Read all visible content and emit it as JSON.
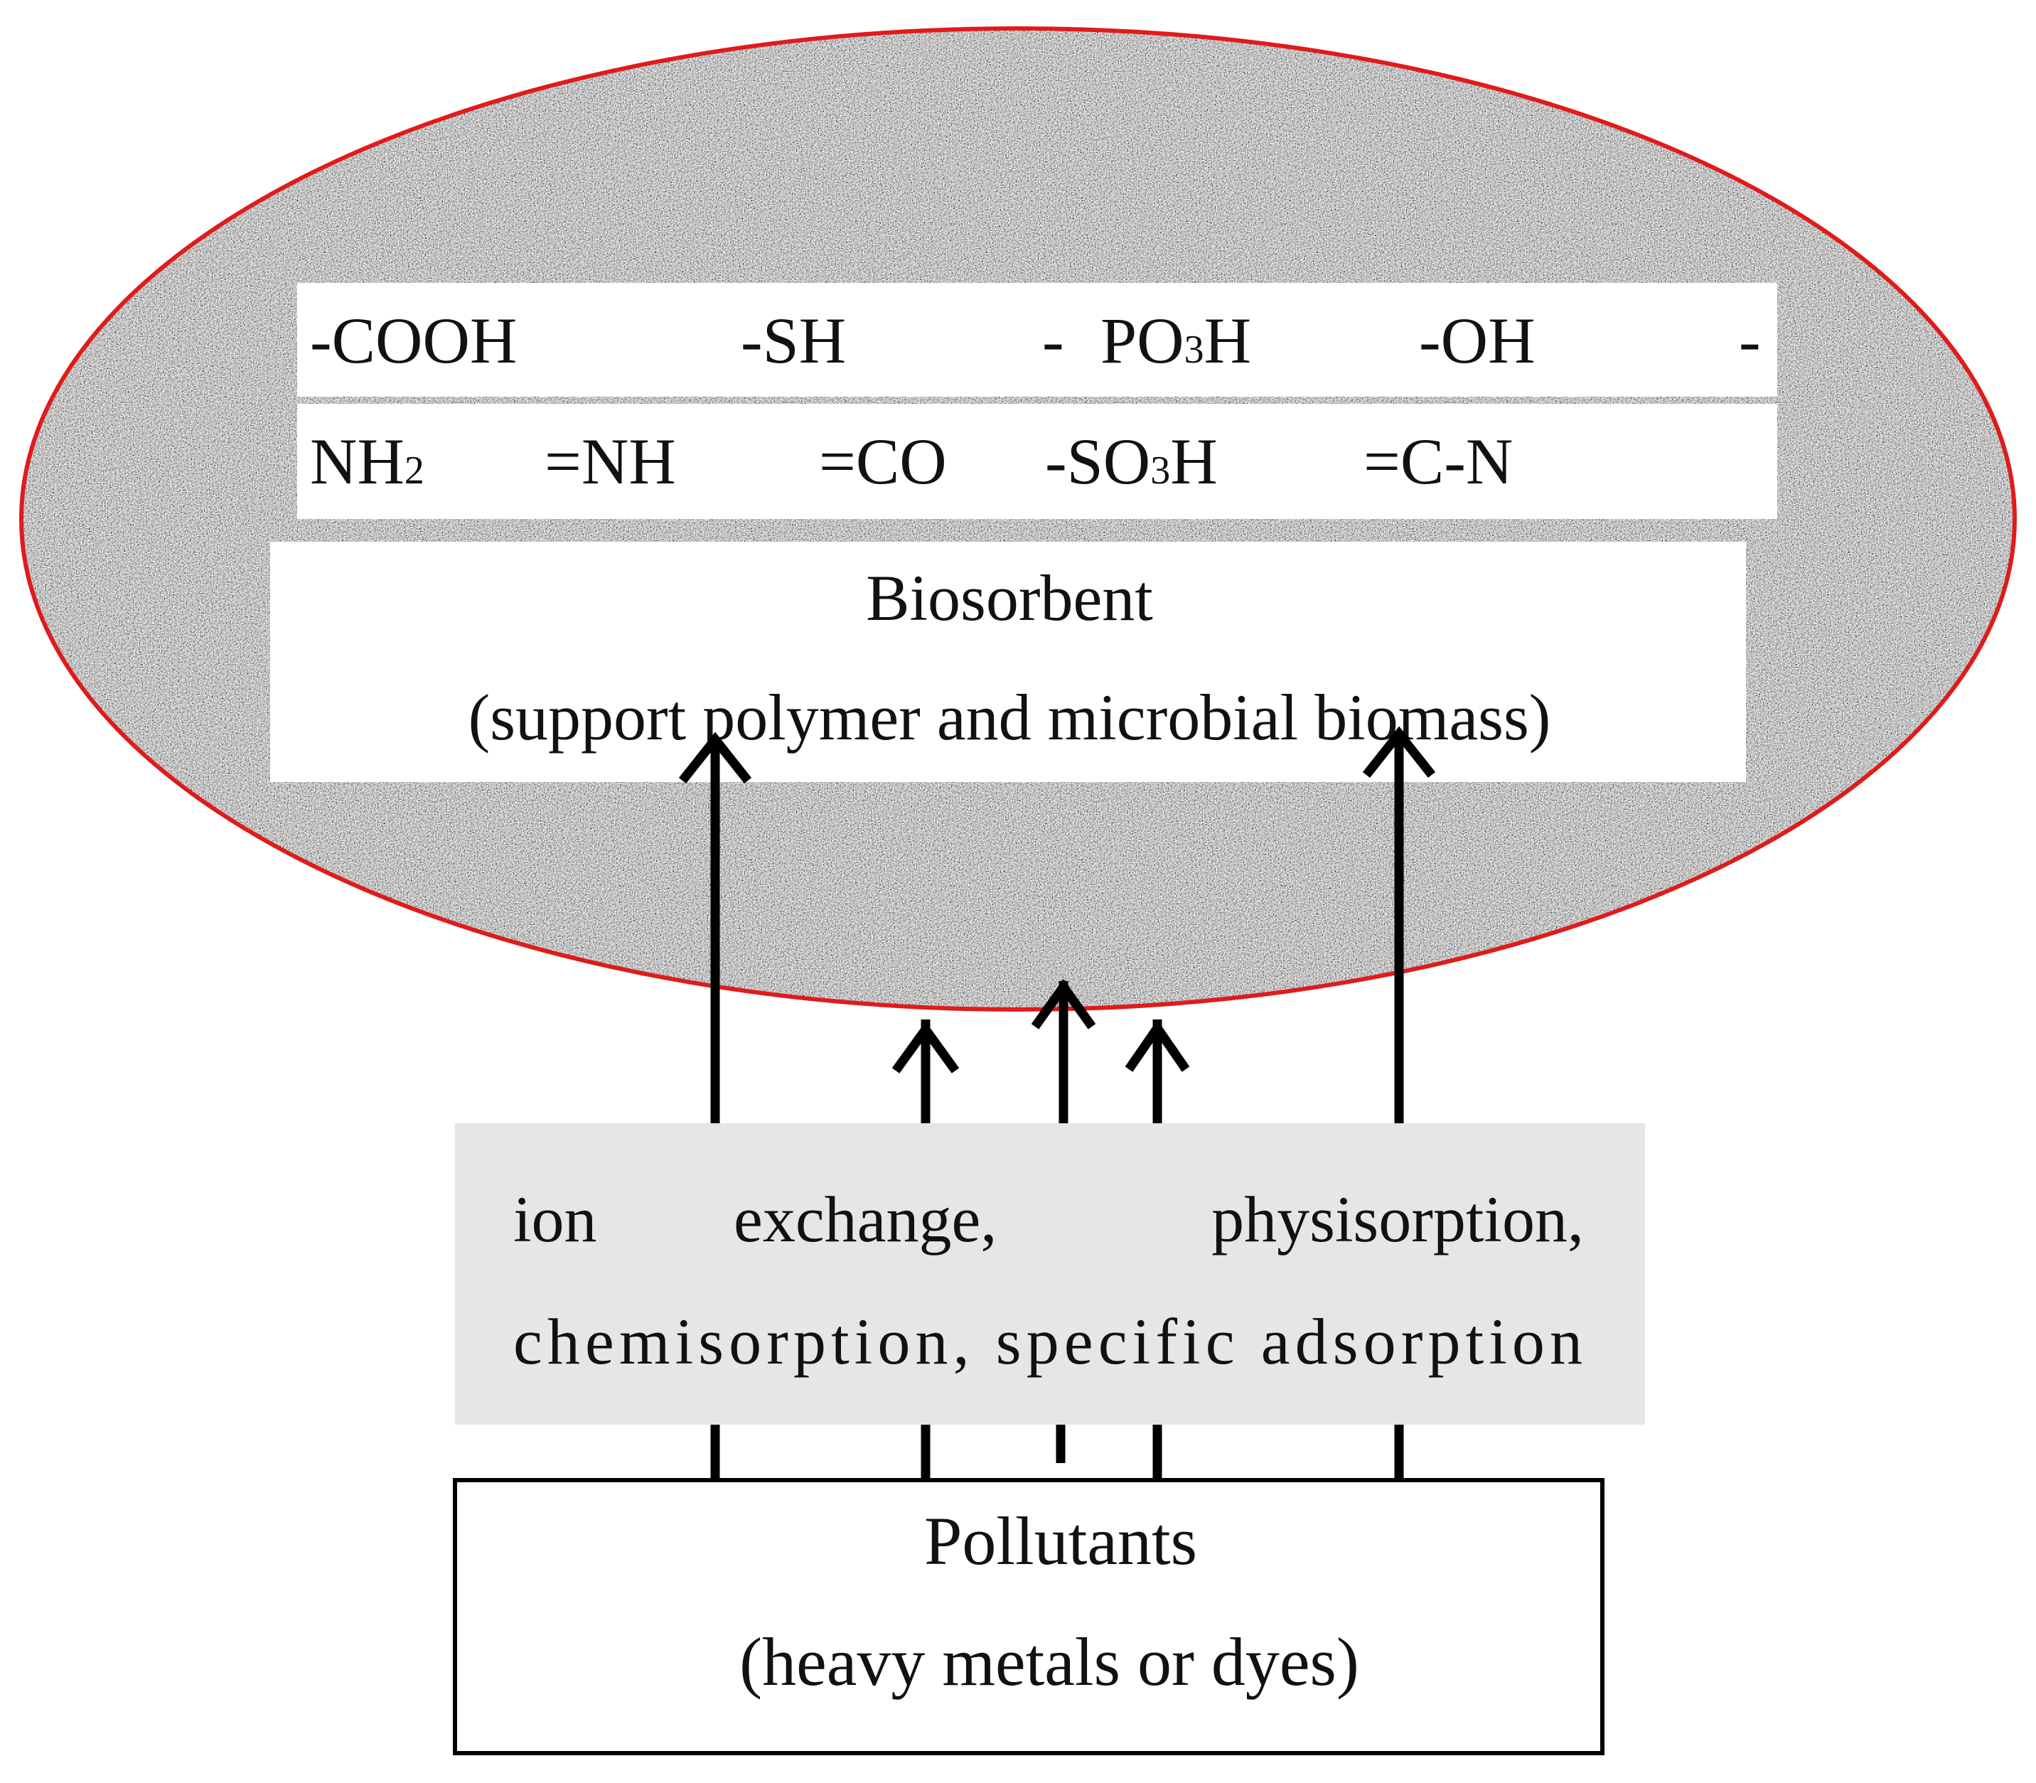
{
  "biosorbent": {
    "functional_groups_row1": {
      "cooh": "-COOH",
      "sh": "-SH",
      "po3h_dash": "-",
      "po3h_p": "PO",
      "po3h_sub": "3",
      "po3h_h": "H",
      "oh": "-OH",
      "trailing_dash": "-"
    },
    "functional_groups_row2": {
      "nh2_base": "NH",
      "nh2_sub": "2",
      "nh": "=NH",
      "co": "=CO",
      "so3h_pre": "-SO",
      "so3h_sub": "3",
      "so3h_h": "H",
      "cn": "=C-N"
    },
    "title": "Biosorbent",
    "subtitle": "(support polymer and microbial biomass)"
  },
  "mechanisms": {
    "word_ion": "ion",
    "word_exchange": "exchange,",
    "word_physisorption": "physisorption,",
    "line2": "chemisorption, specific adsorption"
  },
  "pollutants": {
    "title": "Pollutants",
    "subtitle": "(heavy metals or dyes)"
  },
  "colors": {
    "ellipse_outline": "#e01b1b",
    "mechanism_box": "#e6e6e6",
    "arrow": "#000000"
  }
}
